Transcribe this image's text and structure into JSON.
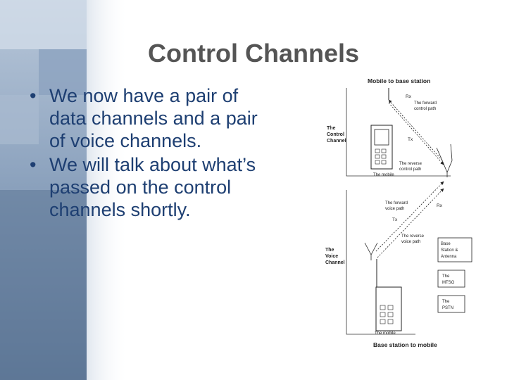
{
  "slide": {
    "title": "Control Channels",
    "bullets": [
      "We now have a pair of data channels and a pair of voice channels.",
      "We will talk about what’s passed on the control channels shortly."
    ]
  },
  "diagram": {
    "top_caption": "Mobile to base station",
    "bottom_caption": "Base station to mobile",
    "control_section": {
      "label_line1": "The",
      "label_line2": "Control",
      "label_line3": "Channel",
      "rx_label": "Rx",
      "tx_label": "Tx",
      "forward_path_line1": "The forward",
      "forward_path_line2": "control path",
      "reverse_path_line1": "The reverse",
      "reverse_path_line2": "control path",
      "mobile_label": "The mobile"
    },
    "voice_section": {
      "label_line1": "The",
      "label_line2": "Voice",
      "label_line3": "Channel",
      "rx_label": "Rx",
      "tx_label": "Tx",
      "forward_path_line1": "The forward",
      "forward_path_line2": "voice path",
      "reverse_path_line1": "The reverse",
      "reverse_path_line2": "voice path",
      "mobile_label": "The mobile",
      "base_station_line1": "Base",
      "base_station_line2": "Station &",
      "base_station_line3": "Antenna",
      "mtso_line1": "The",
      "mtso_line2": "MTSO",
      "pstn_line1": "The",
      "pstn_line2": "PSTN"
    }
  },
  "colors": {
    "title": "#555555",
    "bullet_text": "#1e3f72",
    "sidebar_dark": "#5c7594",
    "sidebar_light": "#c9d5e3"
  }
}
